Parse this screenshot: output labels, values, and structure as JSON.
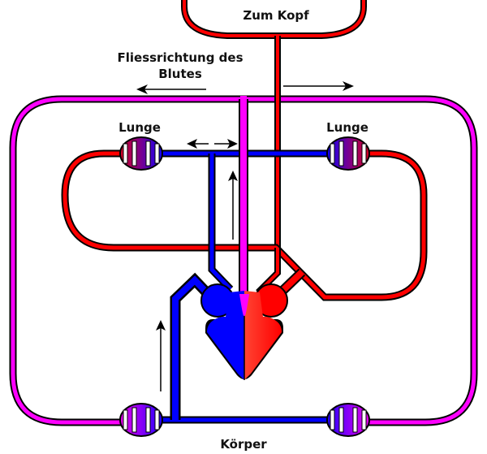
{
  "labels": {
    "head": "Zum Kopf",
    "flow_line1": "Fliessrichtung des",
    "flow_line2": "Blutes",
    "lung_left": "Lunge",
    "lung_right": "Lunge",
    "body": "Körper"
  },
  "colors": {
    "oxygenated": "#ff0000",
    "deoxygenated": "#0000ff",
    "mixed": "#ff00ff",
    "outline": "#000000",
    "organ_gradient_red": "#cc0033",
    "organ_gradient_blue": "#2200ee",
    "body_gradient_magenta": "#dd00dd",
    "body_gradient_blue": "#3300ff"
  }
}
